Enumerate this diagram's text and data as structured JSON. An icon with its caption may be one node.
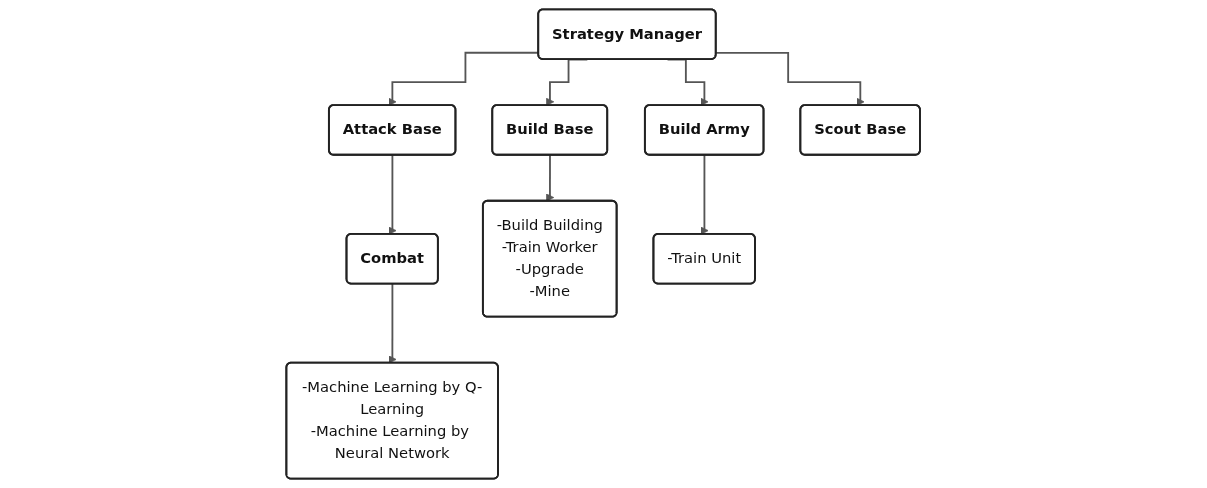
{
  "diagram": {
    "nodes": [
      {
        "text": [
          "Strategy Manager"
        ]
      },
      {
        "text": [
          "Build Base"
        ]
      },
      {
        "text": [
          "Build Army"
        ]
      },
      {
        "text": [
          "Attack Base"
        ]
      },
      {
        "text": [
          "Scout Base"
        ]
      },
      {
        "text": [
          "Combat"
        ]
      },
      {
        "text": [
          "-Build Building",
          "-Train Worker",
          "-Upgrade",
          "-Mine"
        ]
      },
      {
        "text": [
          "-Train Unit"
        ]
      },
      {
        "text": [
          "-Machine Learning by Q-Learning",
          "-Machine Learning by Neural Network"
        ]
      }
    ],
    "edges": [
      {
        "from": 0,
        "to": 1,
        "arrow": "to"
      },
      {
        "from": 0,
        "to": 2,
        "arrow": "to"
      },
      {
        "from": 0,
        "to": 3,
        "arrow": "to"
      },
      {
        "from": 0,
        "to": 4,
        "arrow": "to"
      },
      {
        "from": 1,
        "to": 6,
        "arrow": "to"
      },
      {
        "from": 2,
        "to": 7,
        "arrow": "to"
      },
      {
        "from": 3,
        "to": 5,
        "arrow": "to"
      },
      {
        "from": 5,
        "to": 8,
        "arrow": "to"
      }
    ]
  }
}
